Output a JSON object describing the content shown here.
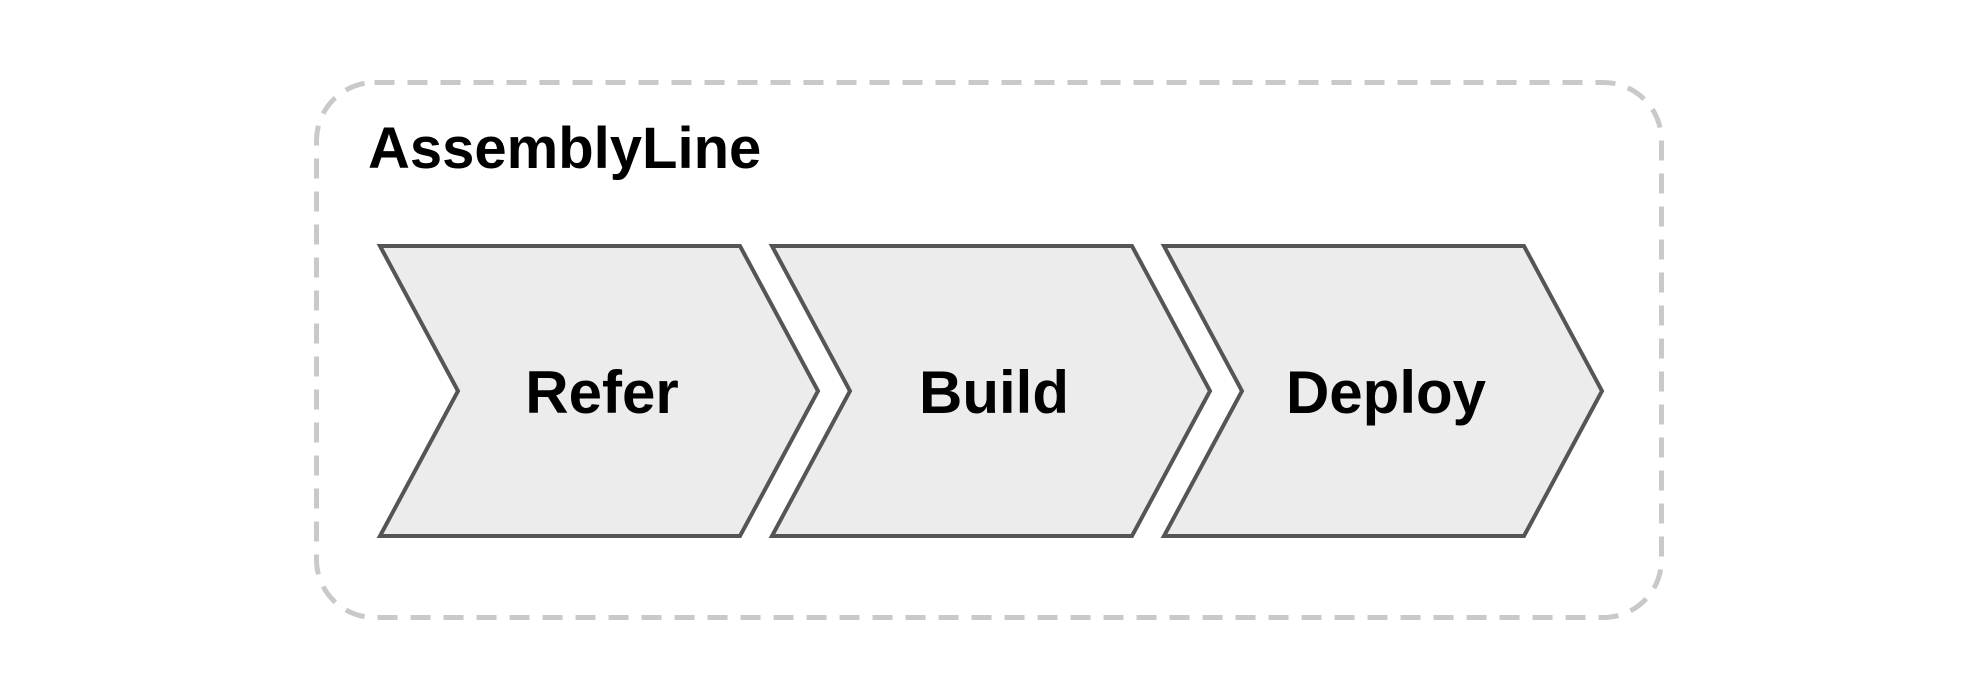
{
  "diagram": {
    "type": "process-flow",
    "title": "AssemblyLine",
    "steps": [
      {
        "id": "refer",
        "label": "Refer"
      },
      {
        "id": "build",
        "label": "Build"
      },
      {
        "id": "deploy",
        "label": "Deploy"
      }
    ],
    "colors": {
      "background": "#ffffff",
      "container_border": "#c9c9c9",
      "chevron_fill": "#ececec",
      "chevron_stroke": "#555555",
      "text": "#000000"
    }
  }
}
